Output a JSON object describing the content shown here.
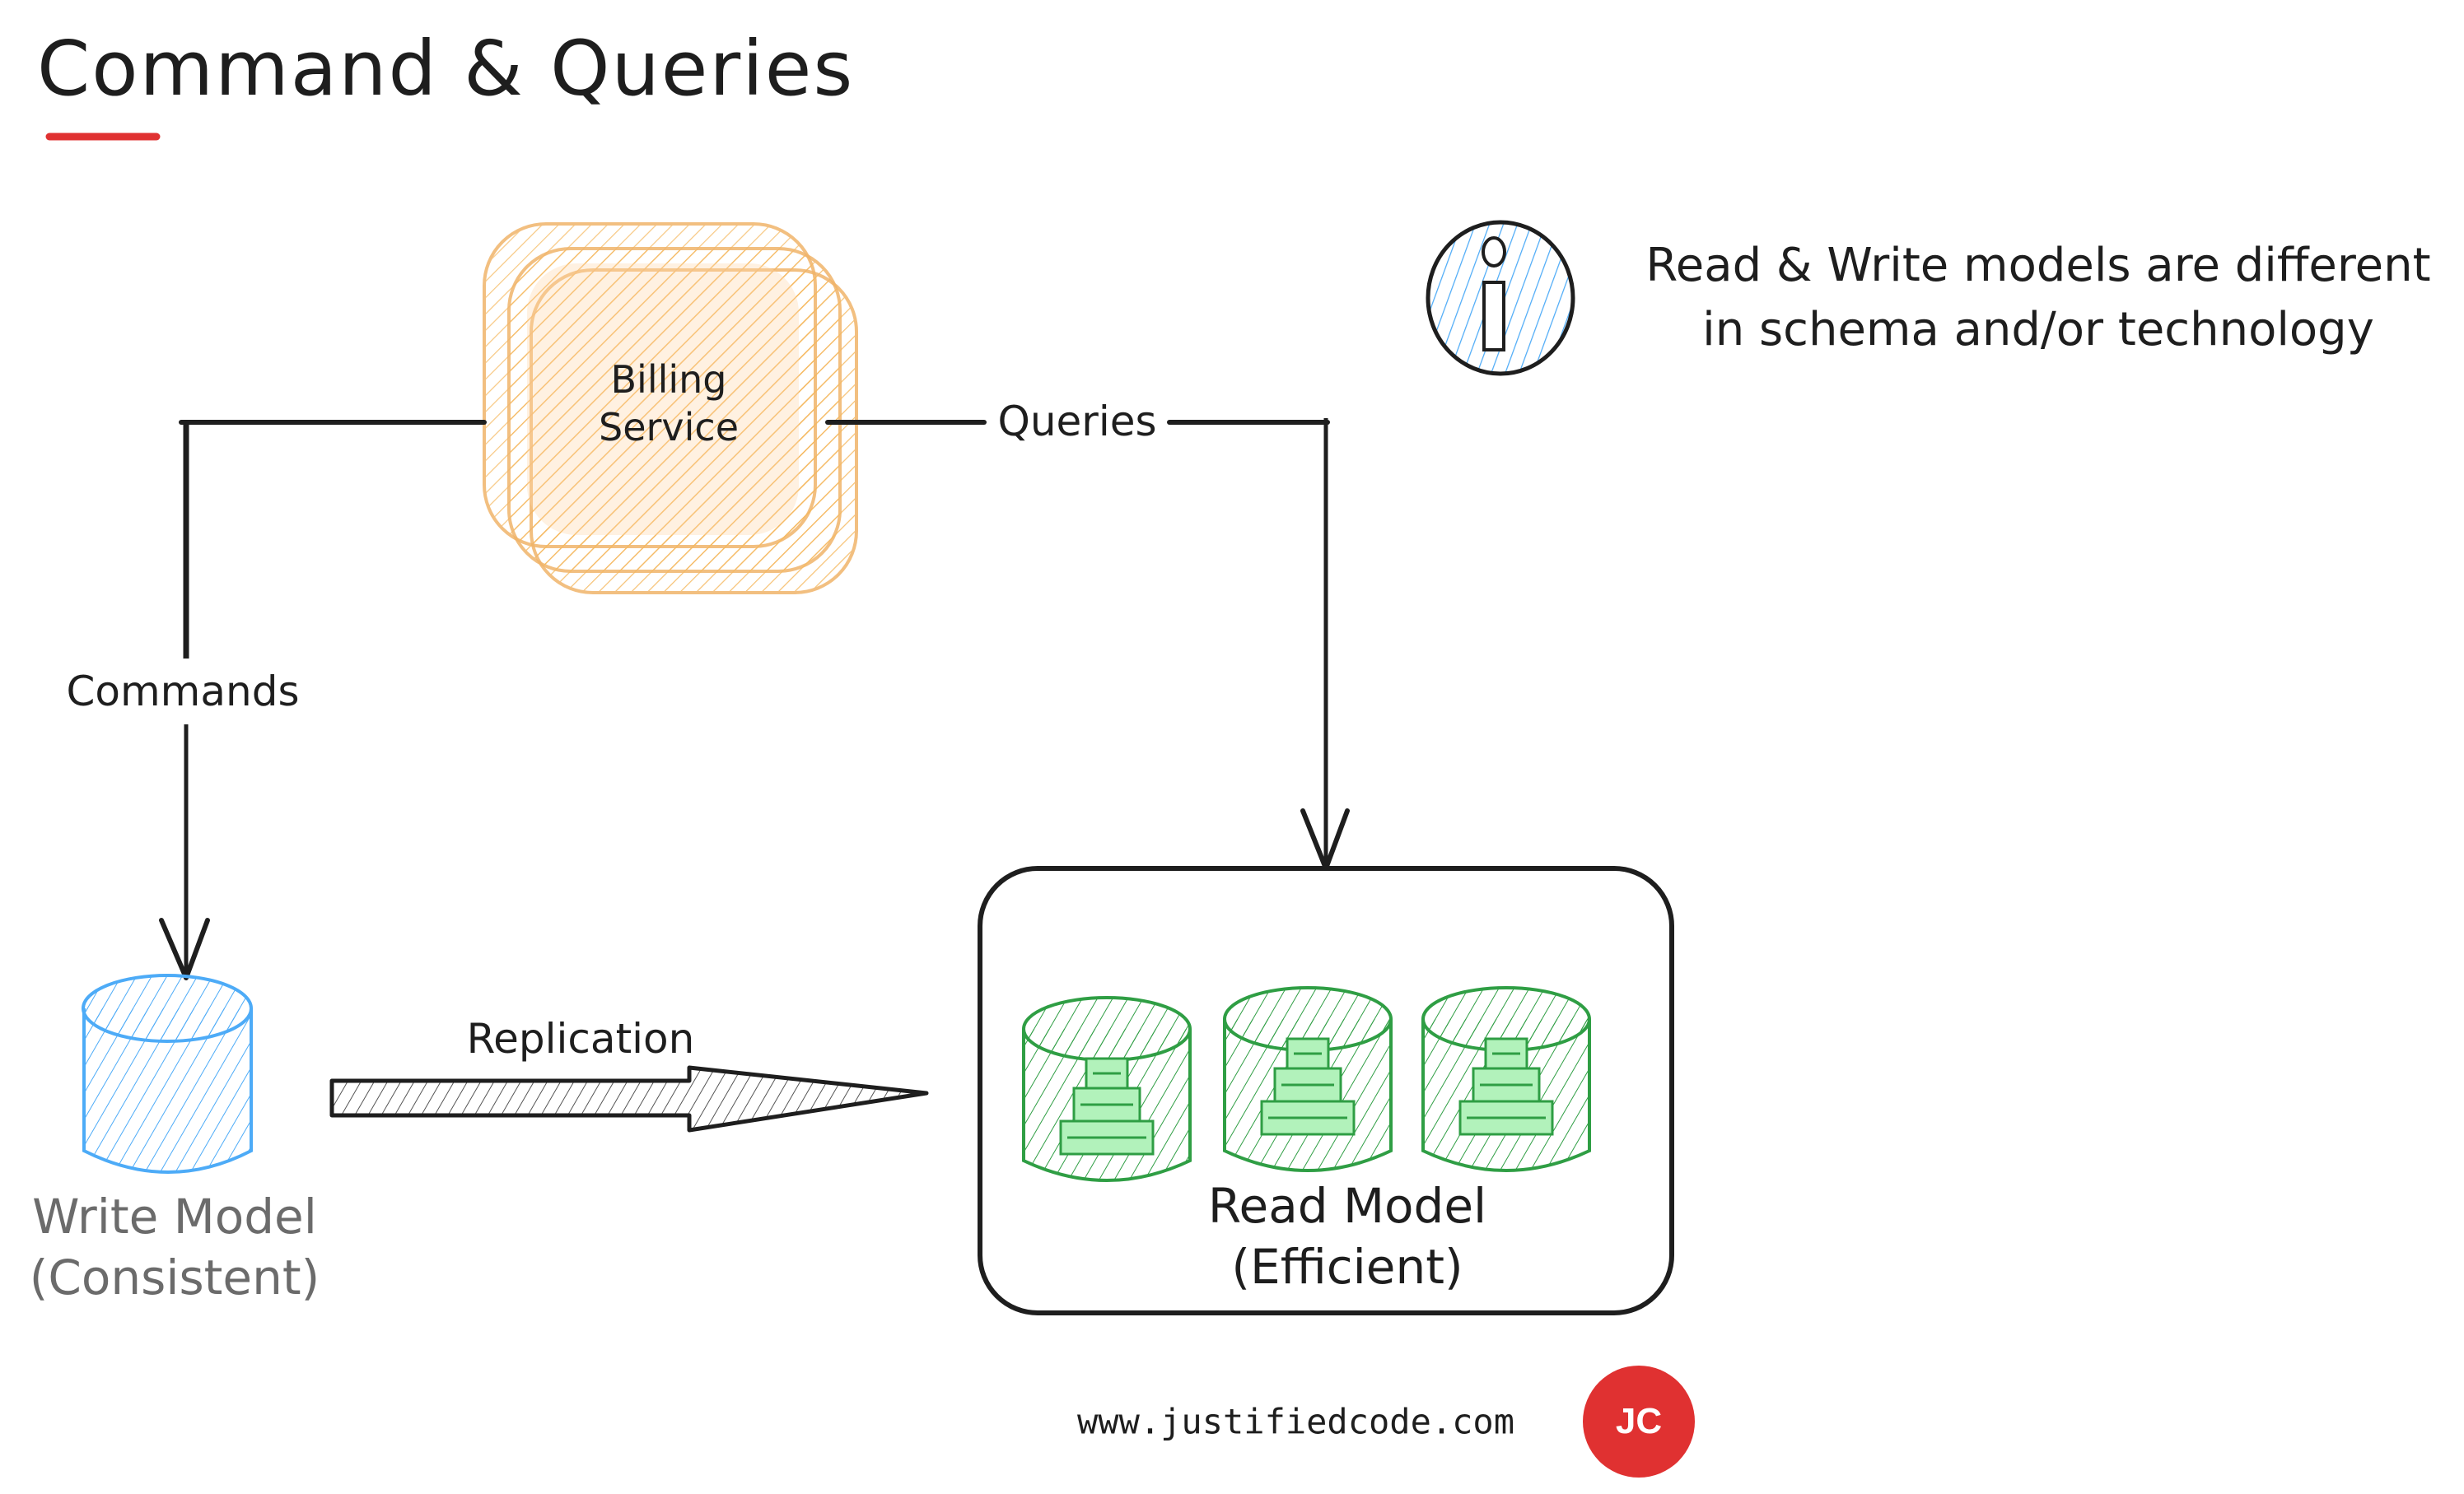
{
  "title": "Command & Queries",
  "colors": {
    "accent": "#e03131",
    "service_stroke": "#f0b46a",
    "service_fill": "#ffd8a8",
    "write_stroke": "#4dabf7",
    "read_stroke": "#2f9e44",
    "read_fill": "#b2f2bb",
    "ink": "#1e1e1e",
    "muted": "#6b6b6b"
  },
  "service": {
    "label_line1": "Billing",
    "label_line2": "Service",
    "icon": "stacked-service-icon"
  },
  "edges": {
    "commands_label": "Commands",
    "queries_label": "Queries",
    "replication_label": "Replication"
  },
  "write_model": {
    "line1": "Write Model",
    "line2": "(Consistent)",
    "icon": "database-icon"
  },
  "read_model": {
    "line1": "Read Model",
    "line2": "(Efficient)",
    "icon": "database-icon",
    "replicas": 3
  },
  "info": {
    "icon": "info-icon",
    "line1": "Read & Write models are different",
    "line2": "in schema and/or technology"
  },
  "footer": {
    "url": "www.justifiedcode.com",
    "badge": "JC"
  }
}
